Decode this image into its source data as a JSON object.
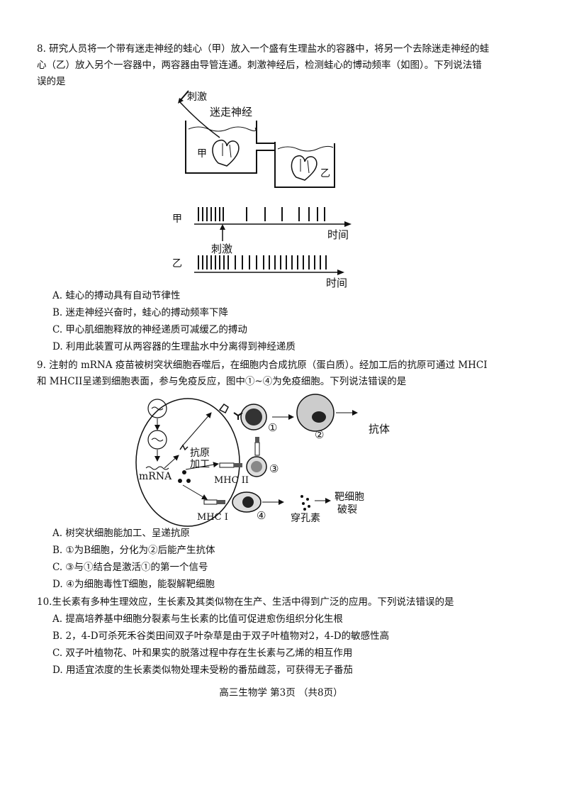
{
  "q8": {
    "stem": "8. 研究人员将一个带有迷走神经的蛙心（甲）放入一个盛有生理盐水的容器中，将另一个去除迷走神经的蛙心（乙）放入另个一容器中，两容器由导管连通。刺激神经后，检测蛙心的博动频率（如图）。下列说法错误的是",
    "figure": {
      "stimulus": "刺激",
      "vagus": "迷走神经",
      "jia": "甲",
      "yi": "乙",
      "time": "时间"
    },
    "options": [
      "A. 蛙心的搏动具有自动节律性",
      "B. 迷走神经兴奋时，蛙心的搏动频率下降",
      "C. 甲心肌细胞释放的神经递质可减缓乙的搏动",
      "D. 利用此装置可从两容器的生理盐水中分离得到神经递质"
    ]
  },
  "q9": {
    "stem": "9. 注射的 mRNA 疫苗被树突状细胞吞噬后，在细胞内合成抗原（蛋白质）。经加工后的抗原可通过 MHCI和 MHCII呈递到细胞表面，参与免疫反应，图中①~④为免疫细胞。下列说法错误的是",
    "figure": {
      "mrna": "mRNA",
      "antigen_line1": "抗原",
      "antigen_line2": "加工",
      "mhc2": "MHC II",
      "mhc1": "MHC I",
      "c1": "①",
      "c2": "②",
      "c3": "③",
      "c4": "④",
      "antibody": "抗体",
      "perforin": "穿孔素",
      "target_line1": "靶细胞",
      "target_line2": "破裂"
    },
    "options": [
      "A. 树突状细胞能加工、呈递抗原",
      "B. ①为B细胞，分化为②后能产生抗体",
      "C. ③与①结合是激活①的第一个信号",
      "D. ④为细胞毒性T细胞，能裂解靶细胞"
    ]
  },
  "q10": {
    "stem": "10.生长素有多种生理效应，生长素及其类似物在生产、生活中得到广泛的应用。下列说法错误的是",
    "options": [
      "A. 提高培养基中细胞分裂素与生长素的比值可促进愈伤组织分化生根",
      "B. 2，4-D可杀死禾谷类田间双子叶杂草是由于双子叶植物对2，4-D的敏感性高",
      "C. 双子叶植物花、叶和果实的脱落过程中存在生长素与乙烯的相互作用",
      "D. 用适宜浓度的生长素类似物处理未受粉的番茄雌蕊，可获得无子番茄"
    ]
  },
  "footer": "高三生物学 第3页  （共8页）"
}
